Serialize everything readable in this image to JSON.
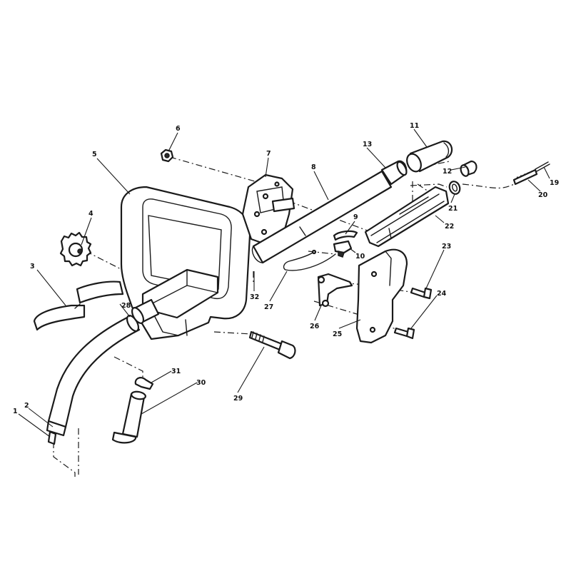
{
  "callouts": {
    "c1": "1",
    "c2": "2",
    "c3": "3",
    "c4": "4",
    "c5": "5",
    "c6": "6",
    "c7": "7",
    "c8": "8",
    "c9": "9",
    "c10": "10",
    "c11": "11",
    "c12": "12",
    "c13": "13",
    "c19": "19",
    "c20": "20",
    "c21": "21",
    "c22": "22",
    "c23": "23",
    "c24": "24",
    "c25": "25",
    "c26": "26",
    "c27": "27",
    "c28": "28",
    "c29": "29",
    "c30": "30",
    "c31": "31",
    "c32": "32"
  }
}
